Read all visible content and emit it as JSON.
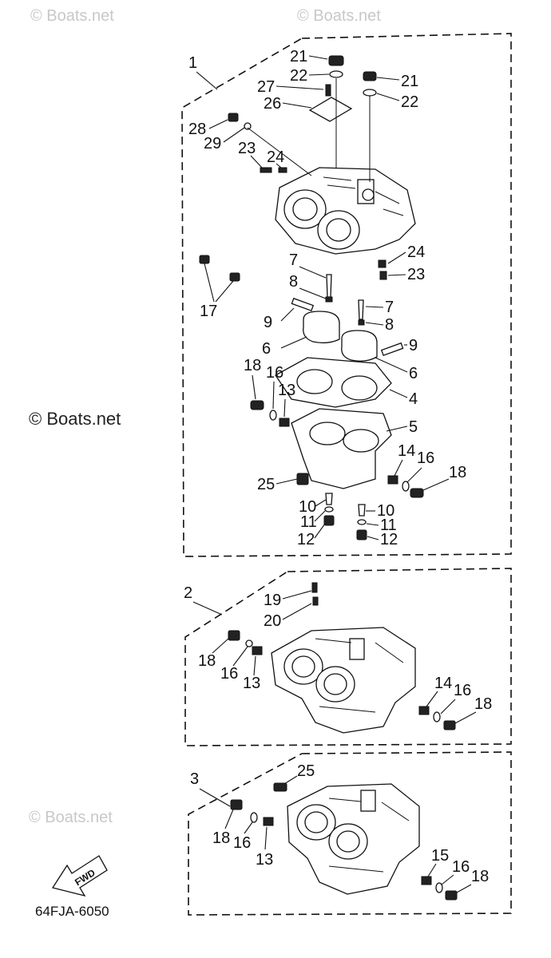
{
  "watermarks": [
    "© Boats.net",
    "© Boats.net",
    "© Boats.net",
    "© Boats.net"
  ],
  "doc_code": "64FJA-6050",
  "fwd_label": "FWD",
  "group1": {
    "assembly": "1",
    "labels": [
      "21",
      "22",
      "21",
      "22",
      "27",
      "26",
      "28",
      "29",
      "23",
      "24",
      "24",
      "23",
      "17",
      "7",
      "8",
      "9",
      "7",
      "8",
      "6",
      "9",
      "6",
      "18",
      "16",
      "13",
      "4",
      "5",
      "14",
      "16",
      "18",
      "25",
      "10",
      "11",
      "12",
      "10",
      "11",
      "12"
    ]
  },
  "group2": {
    "assembly": "2",
    "labels": [
      "19",
      "20",
      "18",
      "16",
      "13",
      "14",
      "16",
      "18"
    ]
  },
  "group3": {
    "assembly": "3",
    "labels": [
      "25",
      "18",
      "16",
      "13",
      "15",
      "16",
      "18"
    ]
  }
}
